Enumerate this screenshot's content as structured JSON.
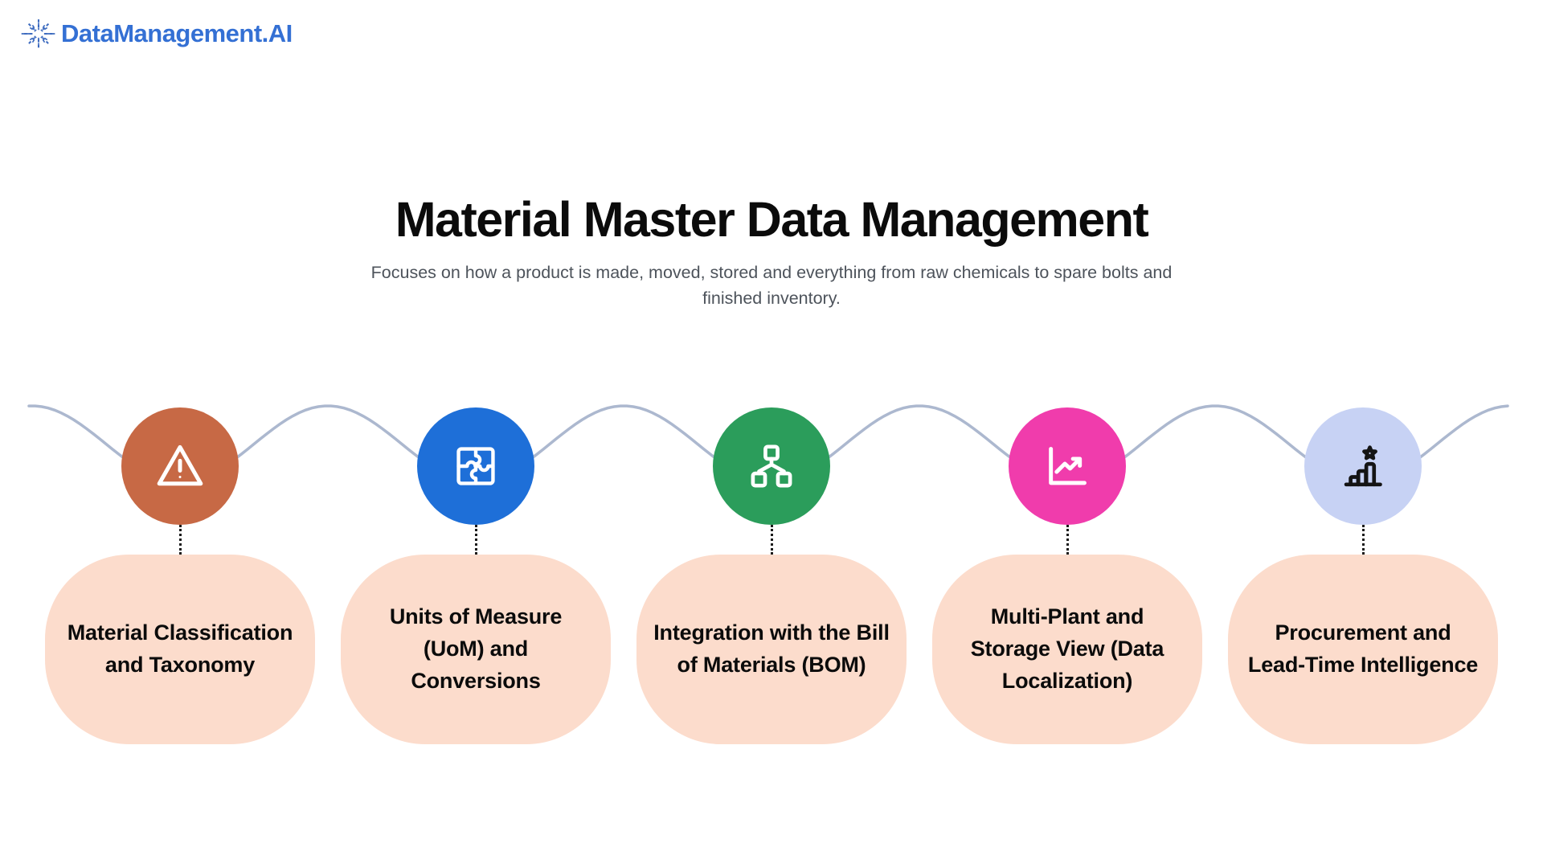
{
  "brand": {
    "name": "DataManagement.AI",
    "logo_icon": "starburst-icon"
  },
  "header": {
    "title": "Material Master Data Management",
    "subtitle": "Focuses on how a product is made, moved, stored and everything from raw chemicals to spare bolts and finished inventory."
  },
  "colors": {
    "brand_blue": "#3470D4",
    "wave": "#ACB8CF",
    "card_bg": "#FCDCCC",
    "connector": "#1A1A1A"
  },
  "items": [
    {
      "label": "Material Classification and Taxonomy",
      "icon": "warning-triangle-icon",
      "circle_color": "#C76945",
      "icon_color": "#FFFFFF"
    },
    {
      "label": "Units of Measure (UoM) and Conversions",
      "icon": "puzzle-icon",
      "circle_color": "#1E6FD8",
      "icon_color": "#FFFFFF"
    },
    {
      "label": "Integration with the Bill of Materials (BOM)",
      "icon": "sitemap-icon",
      "circle_color": "#2B9D5B",
      "icon_color": "#FFFFFF"
    },
    {
      "label": "Multi-Plant and Storage View (Data Localization)",
      "icon": "line-chart-icon",
      "circle_color": "#F03CAC",
      "icon_color": "#FFFFFF"
    },
    {
      "label": "Procurement and Lead-Time Intelligence",
      "icon": "bar-chart-star-icon",
      "circle_color": "#C7D2F4",
      "icon_color": "#141414"
    }
  ]
}
